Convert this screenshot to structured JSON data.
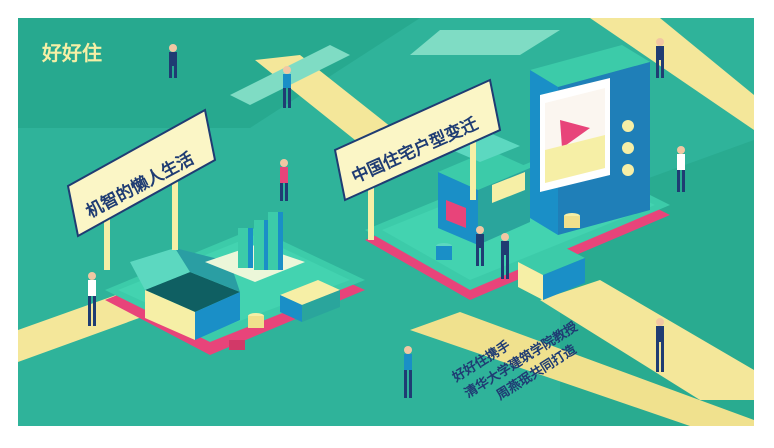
{
  "brand": {
    "logo_text": "好好住"
  },
  "signs": {
    "left": "机智的懒人生活",
    "right": "中国住宅户型变迁"
  },
  "caption": {
    "line1": "好好住携手",
    "line2": "清华大学建筑学院教授",
    "line3": "周燕珉共同打造"
  },
  "colors": {
    "teal_bg": "#2fb39a",
    "mint": "#3ccba9",
    "dark_teal": "#0f5f62",
    "pink": "#e8447a",
    "cream": "#f6efa6",
    "blue": "#1a8fc7",
    "navy": "#1f3c73"
  }
}
